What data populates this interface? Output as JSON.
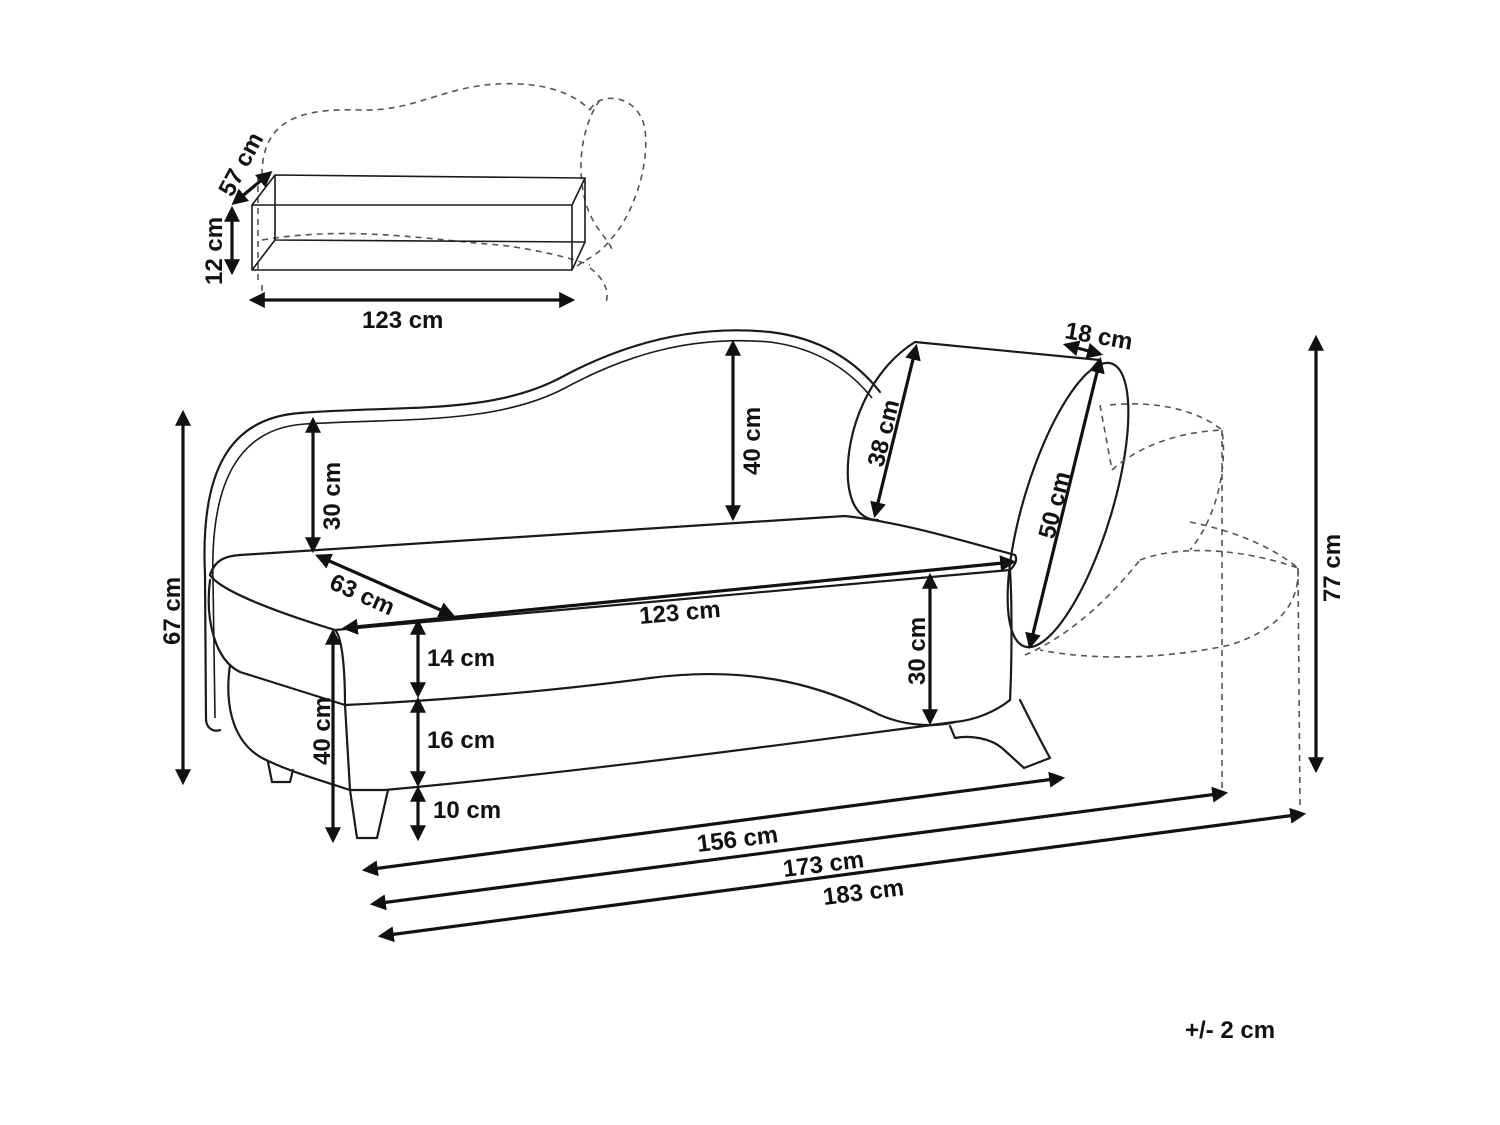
{
  "diagram": {
    "storage": {
      "depth": "57 cm",
      "height": "12 cm",
      "width": "123 cm"
    },
    "seat": {
      "depth": "63 cm",
      "width": "123 cm",
      "cushion_height": "14 cm",
      "base_height": "16 cm",
      "leg_height": "10 cm",
      "seat_height": "40 cm",
      "right_side_height": "30 cm"
    },
    "backrest": {
      "left_height": "30 cm",
      "mid_height": "40 cm"
    },
    "cushion": {
      "thickness": "18 cm",
      "width": "38 cm",
      "length": "50 cm"
    },
    "overall": {
      "total_height": "67 cm",
      "height_with_cushion": "77 cm",
      "length_1": "156 cm",
      "length_2": "173 cm",
      "length_3": "183 cm"
    },
    "tolerance": "+/- 2 cm"
  }
}
